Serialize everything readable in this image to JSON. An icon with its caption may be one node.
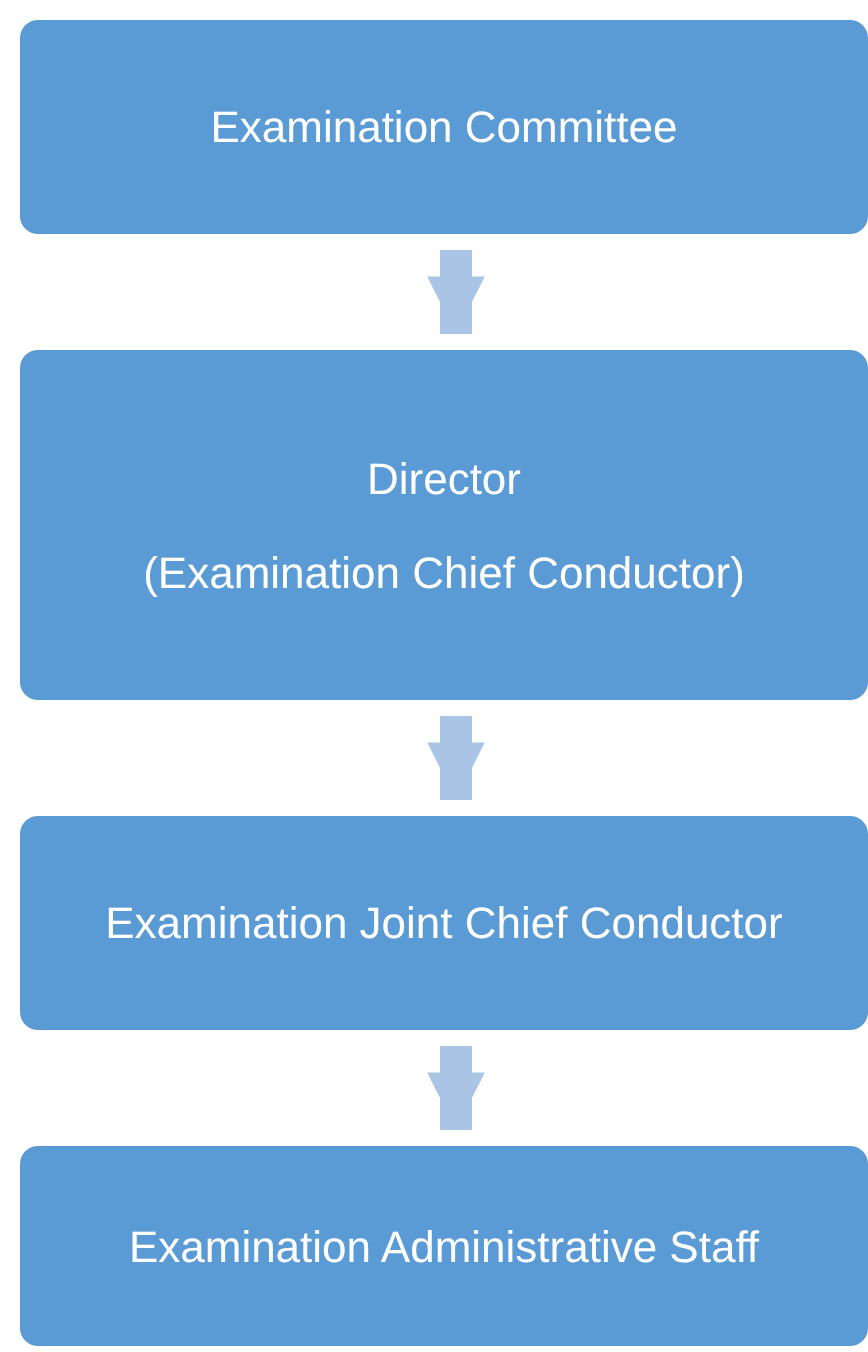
{
  "diagram": {
    "nodes": [
      {
        "text": [
          "Examination Committee"
        ]
      },
      {
        "text": [
          "Director",
          "(Examination Chief Conductor)"
        ]
      },
      {
        "text": [
          "Examination Joint Chief Conductor"
        ]
      },
      {
        "text": [
          "Examination Administrative Staff"
        ]
      }
    ],
    "edges": [
      {
        "from": 0,
        "to": 1,
        "arrow": "to"
      },
      {
        "from": 1,
        "to": 2,
        "arrow": "to"
      },
      {
        "from": 2,
        "to": 3,
        "arrow": "to"
      }
    ]
  }
}
